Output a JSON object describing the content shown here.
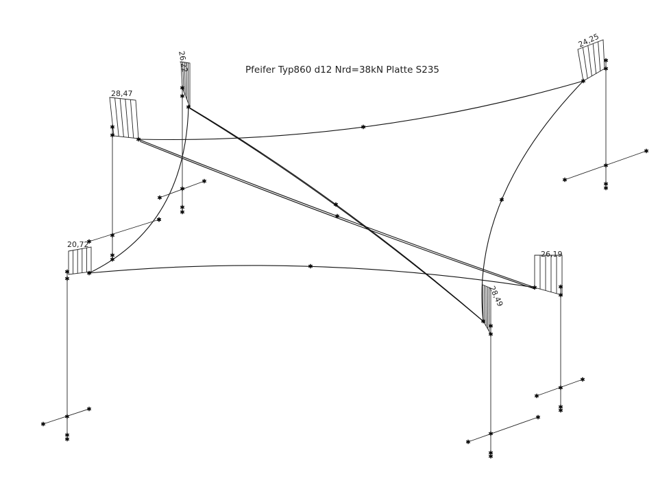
{
  "title": "Pfeifer Typ860 d12 Nrd=38kN Platte S235",
  "force_labels": {
    "left_front": "20,72",
    "left_back": "28,47",
    "center_back": "26,22",
    "right_back": "24,25",
    "center_front": "28,49",
    "right_front": "26,19"
  }
}
